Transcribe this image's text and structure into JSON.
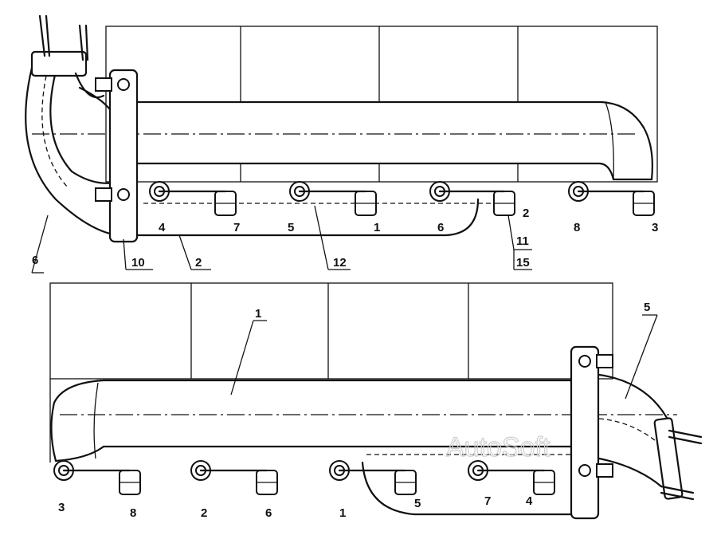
{
  "watermark": "AutoSoft",
  "labels": {
    "upper_port_numbers": [
      "4",
      "7",
      "5",
      "1",
      "6",
      "2",
      "8",
      "3"
    ],
    "upper_callouts": [
      "6",
      "10",
      "2",
      "12",
      "11",
      "15"
    ],
    "lower_port_numbers": [
      "3",
      "8",
      "2",
      "6",
      "1",
      "5",
      "7",
      "4"
    ],
    "lower_callouts": [
      "1",
      "5"
    ]
  },
  "colors": {
    "line": "#111111",
    "background": "#ffffff",
    "watermark": "#cfcfcf"
  }
}
